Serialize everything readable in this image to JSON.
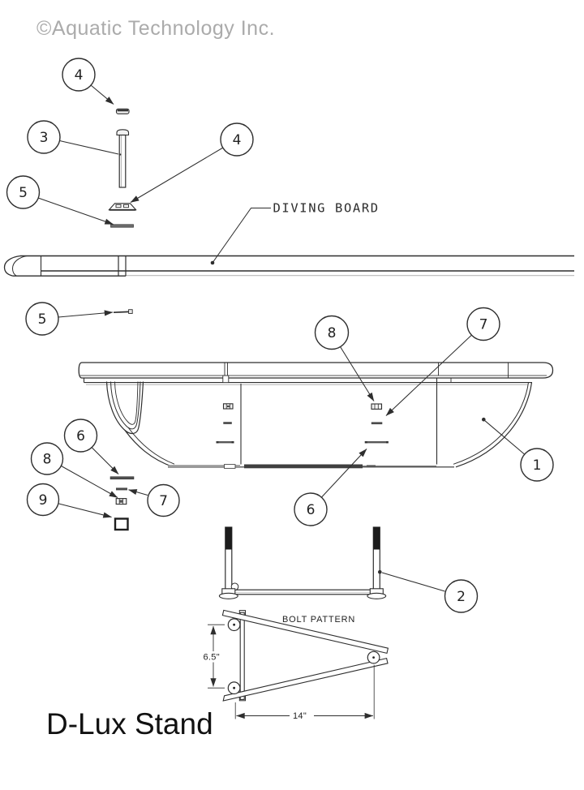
{
  "watermark": {
    "text": "©Aquatic Technology Inc."
  },
  "drawing_title": {
    "text": "D-Lux Stand"
  },
  "annotations": {
    "diving_board": "DIVING BOARD",
    "bolt_pattern": "BOLT PATTERN"
  },
  "dimensions": {
    "vertical": "6.5\"",
    "horizontal": "14\""
  },
  "callouts": {
    "c1": "1",
    "c2": "2",
    "c3": "3",
    "c4a": "4",
    "c4b": "4",
    "c5a": "5",
    "c5b": "5",
    "c6a": "6",
    "c6b": "6",
    "c7a": "7",
    "c7b": "7",
    "c8a": "8",
    "c8b": "8",
    "c9": "9"
  },
  "colors": {
    "line": "#2e2e2e",
    "watermark": "#ababab",
    "title": "#111111",
    "dark_fill": "#3f3f3f"
  }
}
